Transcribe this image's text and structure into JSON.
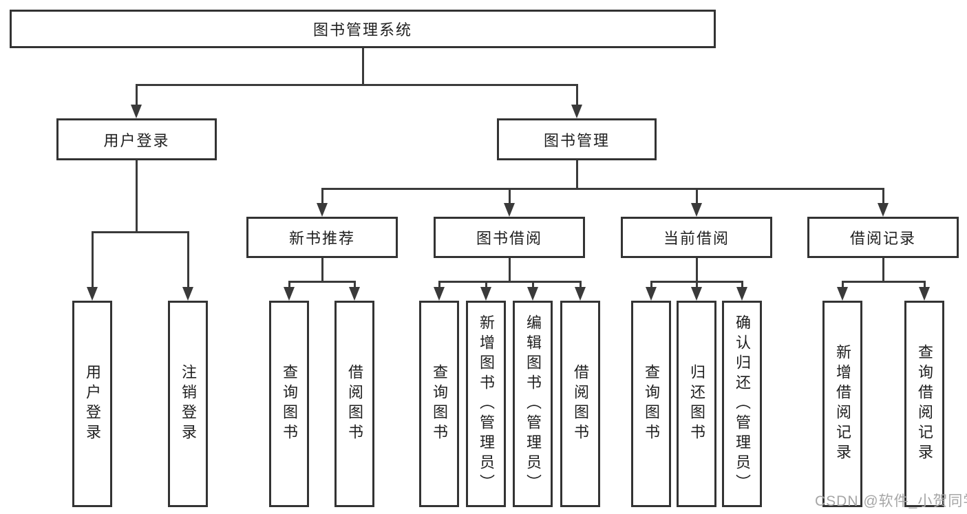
{
  "diagram_title": "图书管理系统",
  "nodes": {
    "root": {
      "label": "图书管理系统"
    },
    "user_login": {
      "label": "用户登录",
      "children": {
        "login": {
          "label": "用户登录"
        },
        "logout": {
          "label": "注销登录"
        }
      }
    },
    "book_mgmt": {
      "label": "图书管理"
    },
    "new_book": {
      "label": "新书推荐",
      "children": {
        "query": {
          "label": "查询图书"
        },
        "borrow": {
          "label": "借阅图书"
        }
      }
    },
    "book_borrowing": {
      "label": "图书借阅",
      "children": {
        "query": {
          "label": "查询图书"
        },
        "add": {
          "label": "新增图书（管理员）"
        },
        "edit": {
          "label": "编辑图书（管理员）"
        },
        "borrow": {
          "label": "借阅图书"
        }
      }
    },
    "current_borrowing": {
      "label": "当前借阅",
      "children": {
        "query": {
          "label": "查询图书"
        },
        "return": {
          "label": "归还图书"
        },
        "confirm": {
          "label": "确认归还（管理员）"
        }
      }
    },
    "borrow_records": {
      "label": "借阅记录",
      "children": {
        "add": {
          "label": "新增借阅记录"
        },
        "query": {
          "label": "查询借阅记录"
        }
      }
    }
  },
  "watermark": {
    "text": "CSDN @软件_小贺同学"
  },
  "colors": {
    "line": "#3a3a3a",
    "box_border": "#333333",
    "text": "#1f1f1f",
    "background": "#ffffff",
    "watermark": "#a6a6a6"
  }
}
